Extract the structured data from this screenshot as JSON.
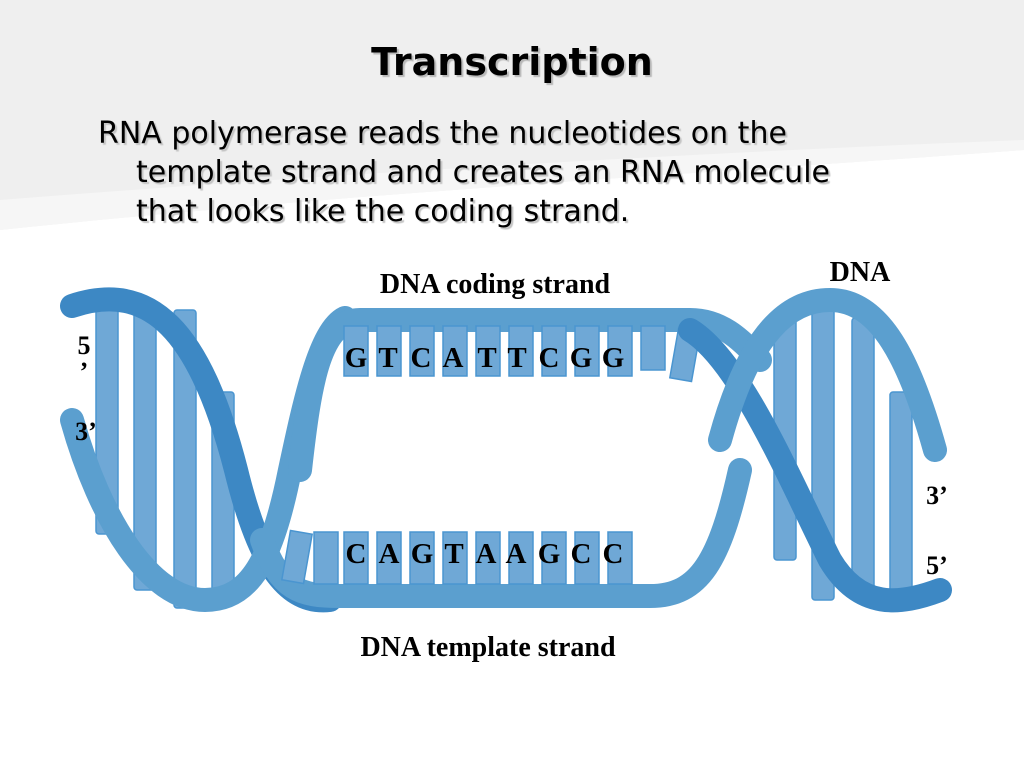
{
  "slide": {
    "title": "Transcription",
    "body_lines": [
      "RNA polymerase reads the nucleotides on the",
      "template strand and creates an RNA molecule",
      "that looks like the coding strand."
    ]
  },
  "diagram": {
    "dna_label": "DNA",
    "coding_strand_label": "DNA coding strand",
    "template_strand_label": "DNA template strand",
    "coding_bases": [
      "G",
      "T",
      "C",
      "A",
      "T",
      "T",
      "C",
      "G",
      "G"
    ],
    "template_bases": [
      "C",
      "A",
      "G",
      "T",
      "A",
      "A",
      "G",
      "C",
      "C"
    ],
    "left_top_end": "5\n’",
    "left_bottom_end": "3’",
    "right_top_end": "3’",
    "right_bottom_end": "5’",
    "colors": {
      "strand": "#5b9fcf",
      "strand_dark": "#3d88c4",
      "rung": "#6fa8d6",
      "outline": "#4a95d0"
    }
  }
}
